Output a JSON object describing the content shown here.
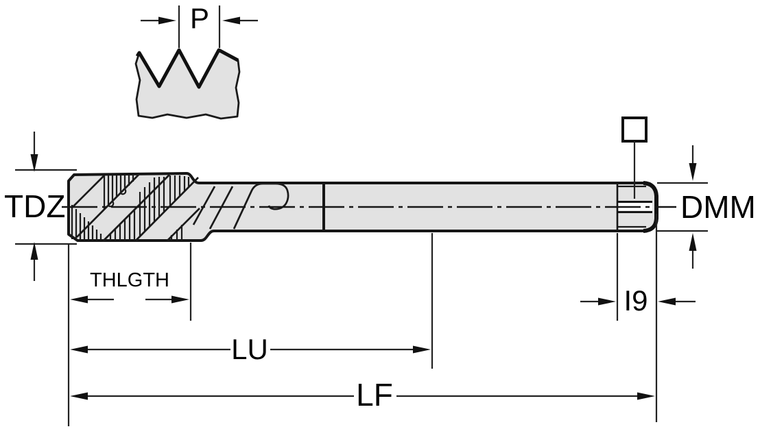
{
  "drawing": {
    "labels": {
      "pitch": "P",
      "tdz": "TDZ",
      "dmm": "DMM",
      "thlgth": "THLGTH",
      "lu": "LU",
      "lf": "LF",
      "i9": "I9"
    },
    "colors": {
      "outline": "#161616",
      "body_fill": "#e2e2e2",
      "dimension_lines": "#222222",
      "background": "#ffffff"
    }
  }
}
